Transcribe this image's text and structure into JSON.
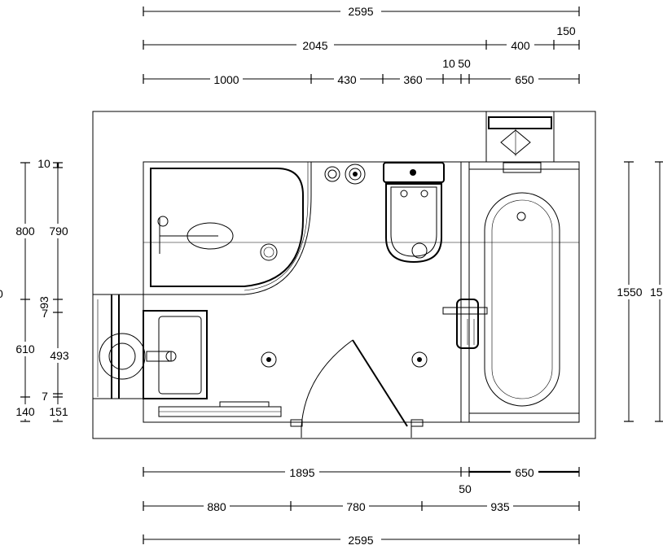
{
  "top_dimensions": {
    "overall": "2595",
    "row2": [
      "2045",
      "400",
      "150"
    ],
    "row3": [
      "1000",
      "430",
      "360",
      "10",
      "50",
      "650"
    ]
  },
  "bottom_dimensions": {
    "row1": [
      "1895",
      "650"
    ],
    "row1_sub": "50",
    "row2": [
      "880",
      "780",
      "935"
    ],
    "overall": "2595"
  },
  "left_dimensions": {
    "outer": [
      "800",
      "610",
      "140"
    ],
    "inner": [
      "10",
      "790",
      "93",
      "7",
      "493",
      "7",
      "151"
    ],
    "cut": "0"
  },
  "right_dimensions": {
    "inner": "1550",
    "outer": "15"
  },
  "fixtures": [
    "quadrant-shower",
    "basin-round",
    "basin-round-2",
    "toilet",
    "bathtub",
    "towel-radiator",
    "washbasin-vanity",
    "door",
    "floor-drain",
    "floor-drain-2",
    "tap",
    "tap-2",
    "wall-heater"
  ]
}
